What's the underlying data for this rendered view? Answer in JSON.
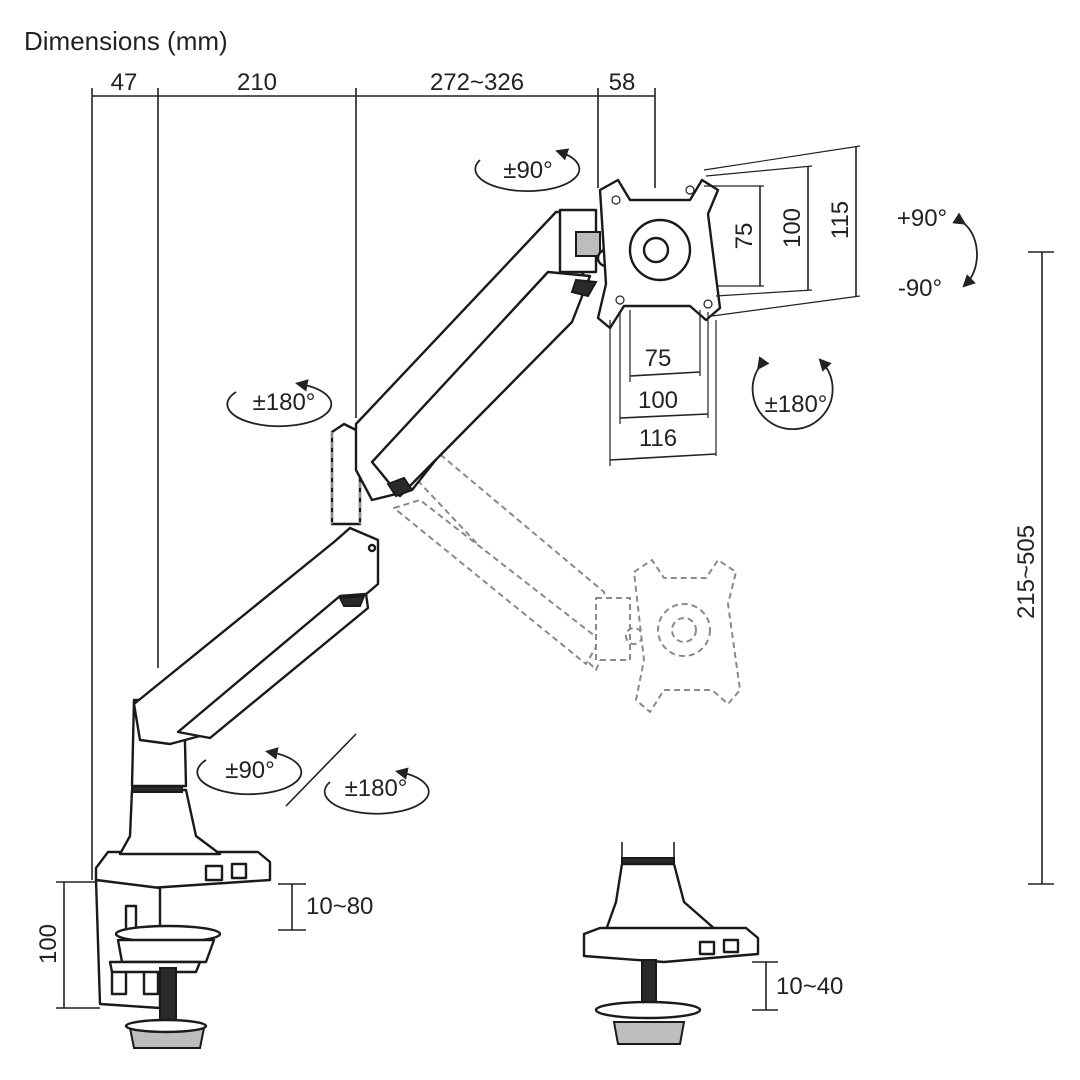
{
  "title": "Dimensions (mm)",
  "top_dims": {
    "d1": "47",
    "d2": "210",
    "d3": "272~326",
    "d4": "58"
  },
  "vesa_plate": {
    "h_75": "75",
    "h_100": "100",
    "h_116": "116",
    "v_75": "75",
    "v_100": "100",
    "v_115": "115"
  },
  "rotations": {
    "head_swivel": "±90°",
    "tilt_up": "+90°",
    "tilt_down": "-90°",
    "head_rotate": "±180°",
    "elbow_swivel": "±180°",
    "base_swivel": "±90°",
    "base_rotate": "±180°"
  },
  "heights": {
    "range": "215~505",
    "clamp_height": "100",
    "clamp_range": "10~80",
    "grommet_range": "10~40"
  }
}
